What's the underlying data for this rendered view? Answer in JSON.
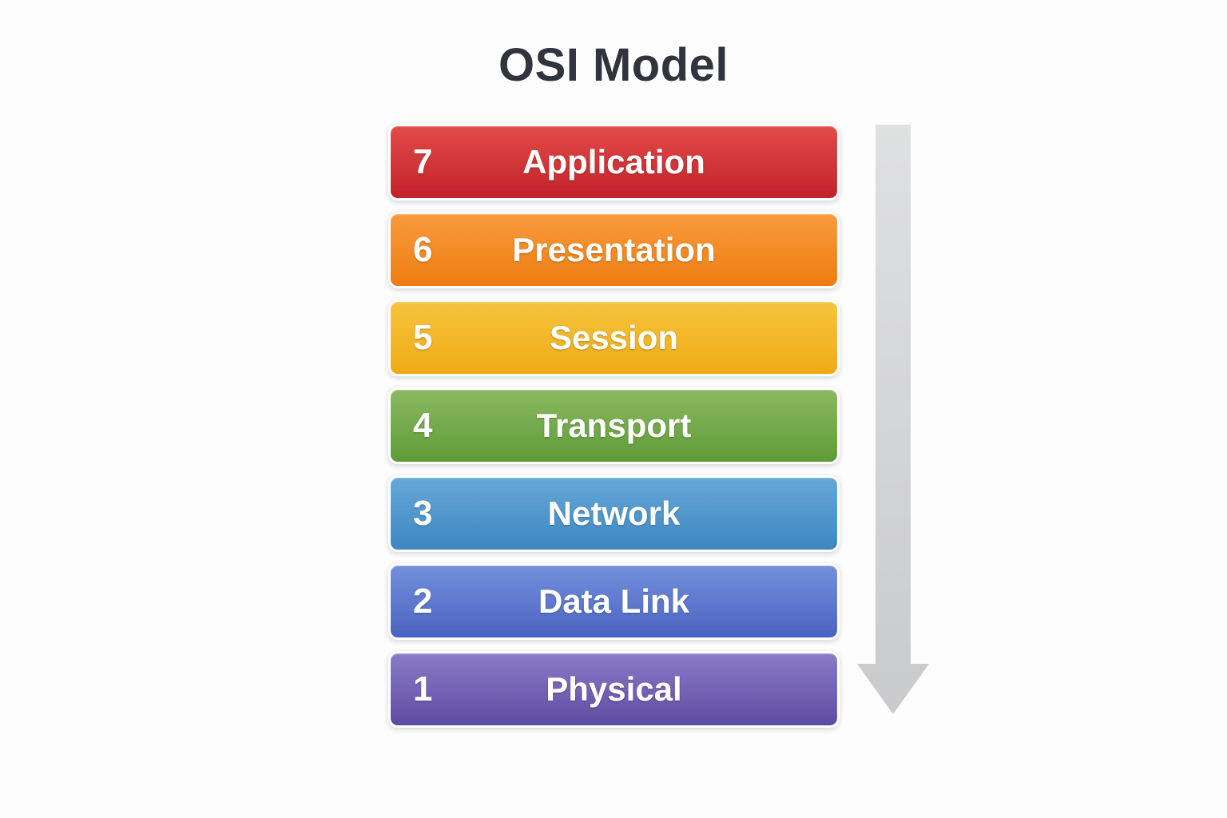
{
  "title": "OSI Model",
  "layers": [
    {
      "number": "7",
      "name": "Application",
      "color_top": "#e14b47",
      "color_bottom": "#c2222b"
    },
    {
      "number": "6",
      "name": "Presentation",
      "color_top": "#f89b3e",
      "color_bottom": "#ee7d11"
    },
    {
      "number": "5",
      "name": "Session",
      "color_top": "#f6c43e",
      "color_bottom": "#efab15"
    },
    {
      "number": "4",
      "name": "Transport",
      "color_top": "#8aba60",
      "color_bottom": "#5f9b38"
    },
    {
      "number": "3",
      "name": "Network",
      "color_top": "#66a9d8",
      "color_bottom": "#3e86c1"
    },
    {
      "number": "2",
      "name": "Data Link",
      "color_top": "#7390dc",
      "color_bottom": "#4a63c0"
    },
    {
      "number": "1",
      "name": "Physical",
      "color_top": "#8a7cc8",
      "color_bottom": "#5d4ba1"
    }
  ],
  "arrow": {
    "direction": "down",
    "color_top": "#dfe0e1",
    "color_bottom": "#c9cacc"
  }
}
